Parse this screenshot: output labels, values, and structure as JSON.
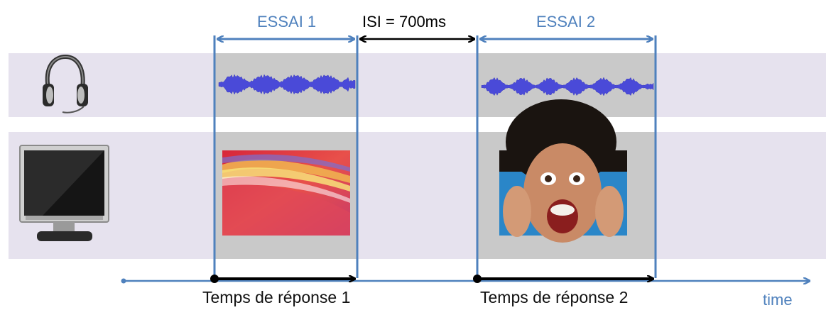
{
  "trials": [
    {
      "label": "ESSAI 1",
      "response_label": "Temps de réponse 1",
      "image": "abstract-wave-image"
    },
    {
      "label": "ESSAI 2",
      "response_label": "Temps de réponse 2",
      "image": "screaming-face-image"
    }
  ],
  "isi_label": "ISI = 700ms",
  "time_label": "time",
  "rows": [
    {
      "icon": "headphones-icon",
      "content": "audio-waveform"
    },
    {
      "icon": "computer-monitor-icon",
      "content": "visual-stimulus"
    }
  ],
  "colors": {
    "band": "#e6e2ee",
    "stimulus_bg": "#c9c9c9",
    "trial_line": "#4f81bd",
    "waveform": "#4a4ad8",
    "arrow": "#000000"
  }
}
